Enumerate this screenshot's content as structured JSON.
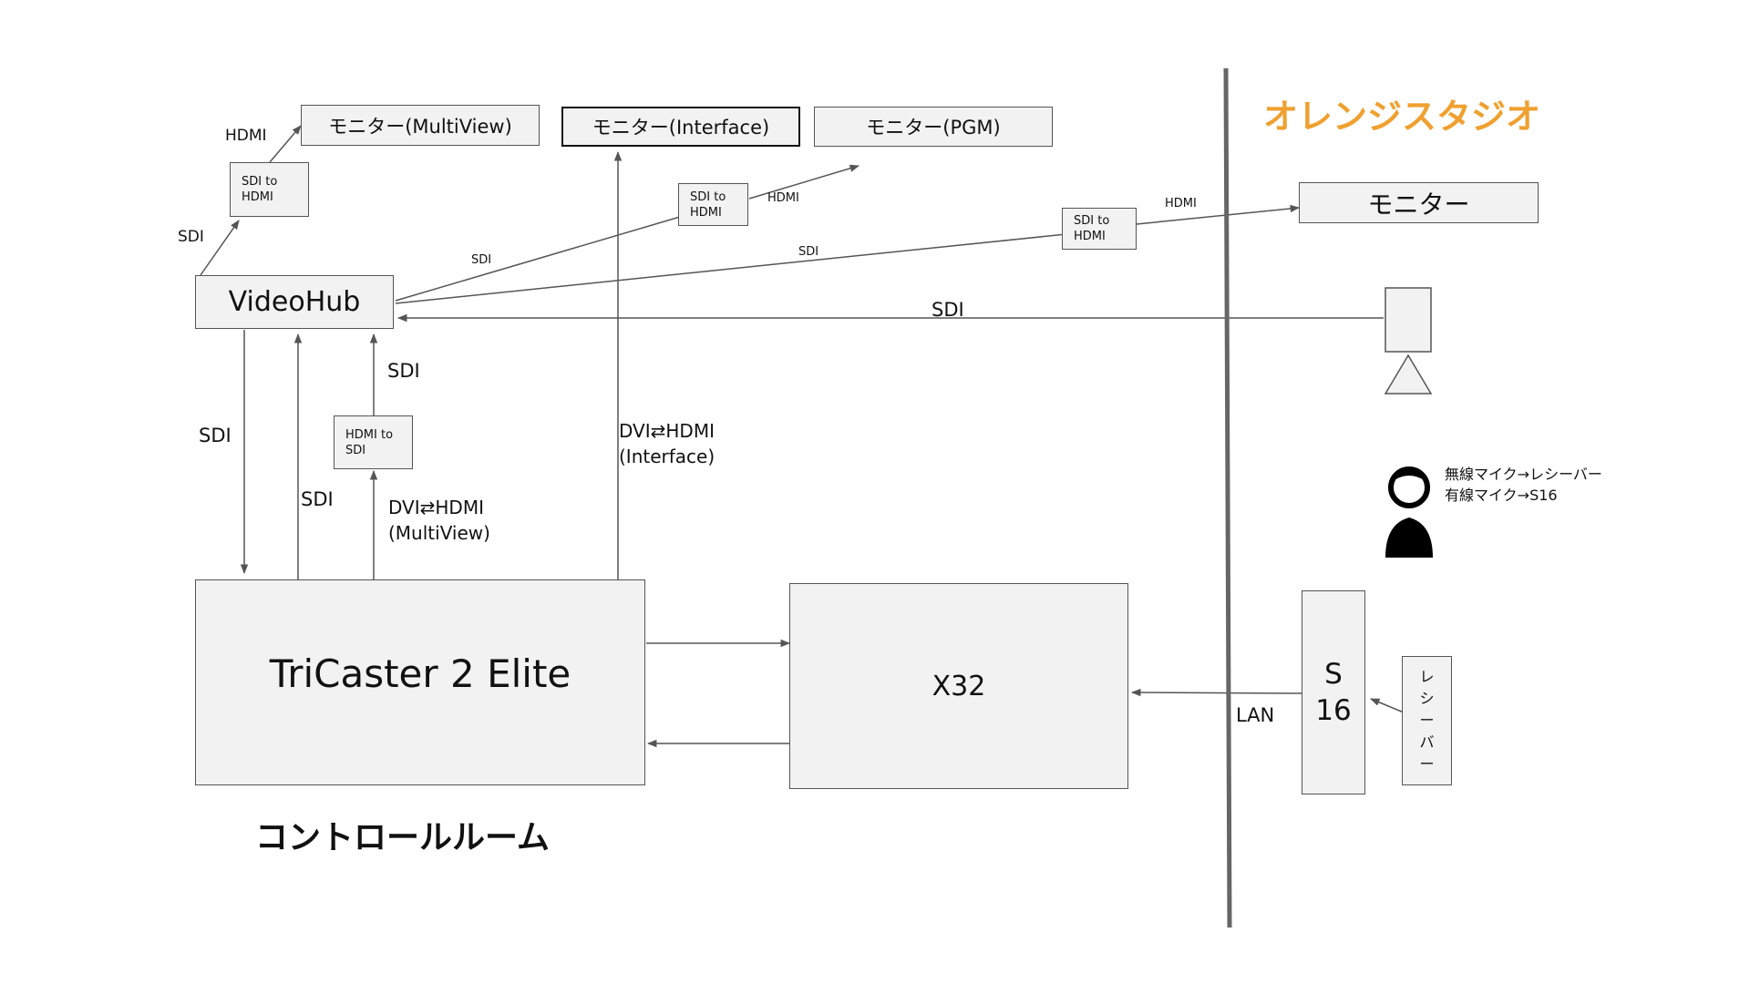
{
  "control_room": {
    "title": "コントロールルーム",
    "videohub": "VideoHub",
    "tricaster": "TriCaster 2 Elite",
    "x32": "X32",
    "monitor_multiview": "モニター(MultiView)",
    "monitor_interface": "モニター(Interface)",
    "monitor_pgm": "モニター(PGM)",
    "converter_sdi_hdmi_1": "SDI to\nHDMI",
    "converter_sdi_hdmi_2": "SDI to\nHDMI",
    "converter_hdmi_sdi": "HDMI to\nSDI"
  },
  "studio": {
    "title": "オレンジスタジオ",
    "title_color": "#f0a030",
    "monitor": "モニター",
    "converter_sdi_hdmi": "SDI to\nHDMI",
    "s16": "S\n16",
    "receiver": "レ\nシ\nー\nバ\nー",
    "mic_note": "無線マイク→レシーバー\n有線マイク→S16"
  },
  "connections": {
    "sdi_vh_to_conv": "SDI",
    "hdmi_conv_to_multiview": "HDMI",
    "sdi_vh_to_pgm_conv": "SDI",
    "hdmi_conv_to_pgm": "HDMI",
    "sdi_vh_to_studio_conv": "SDI",
    "hdmi_studio_conv_to_monitor": "HDMI",
    "sdi_camera_to_vh": "SDI",
    "sdi_vh_to_tc": "SDI",
    "sdi_tc_to_vh": "SDI",
    "sdi_conv_to_vh": "SDI",
    "dvi_multiview": "DVI⇄HDMI\n(MultiView)",
    "dvi_interface": "DVI⇄HDMI\n(Interface)",
    "lan": "LAN"
  },
  "icons": {
    "camera": "camera-icon",
    "person": "person-icon"
  }
}
